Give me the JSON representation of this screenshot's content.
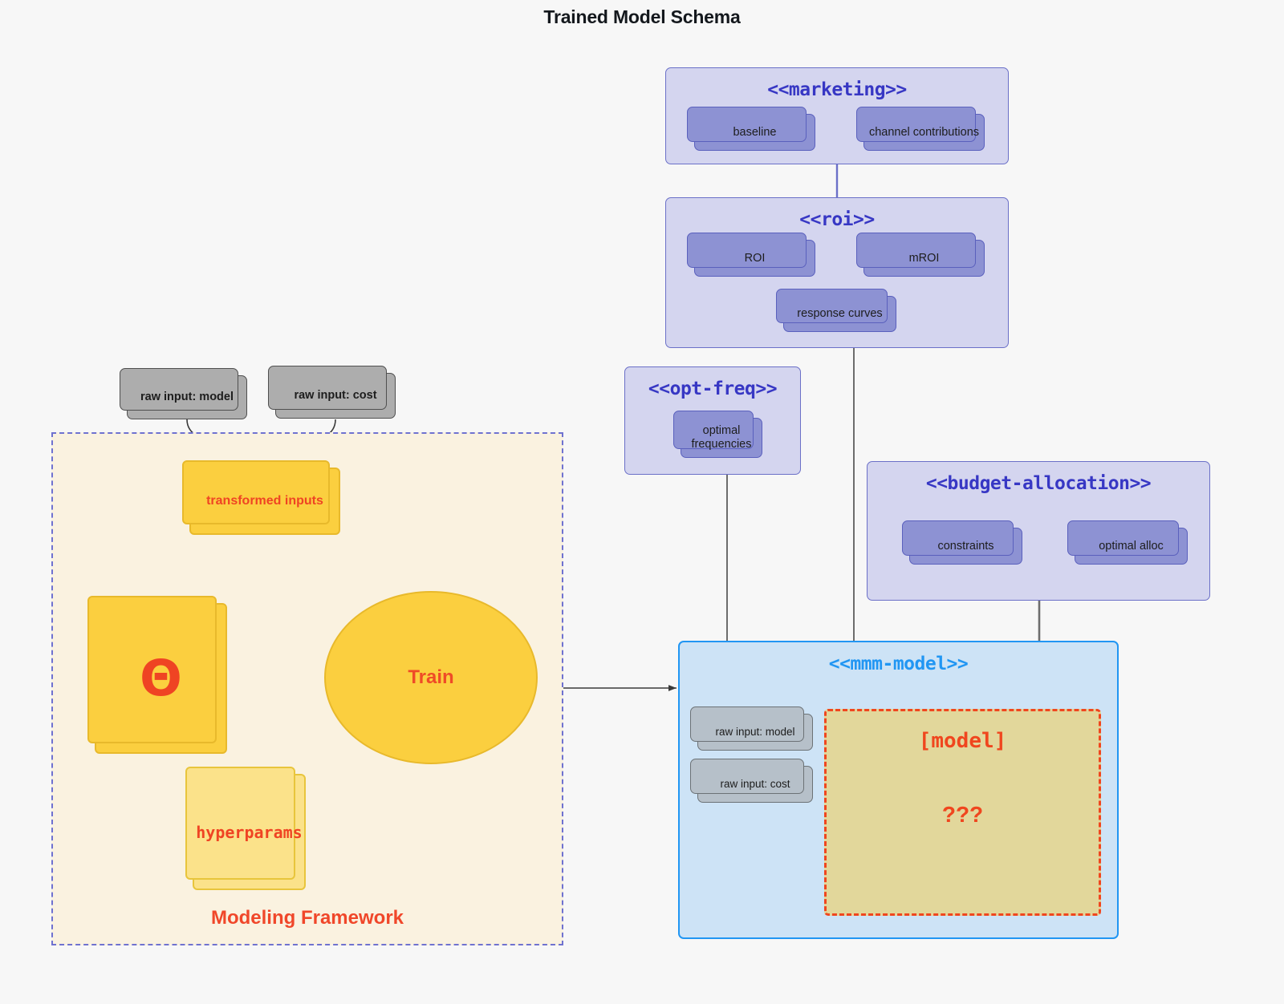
{
  "title": "Trained Model Schema",
  "packages": {
    "marketing": {
      "stereotype": "<<marketing>>",
      "nodes": [
        {
          "label": "baseline"
        },
        {
          "label": "channel contributions"
        }
      ]
    },
    "roi": {
      "stereotype": "<<roi>>",
      "nodes": [
        {
          "label": "ROI"
        },
        {
          "label": "mROI"
        },
        {
          "label": "response curves"
        }
      ]
    },
    "opt_freq": {
      "stereotype": "<<opt-freq>>",
      "nodes": [
        {
          "label": "optimal\nfrequencies"
        }
      ]
    },
    "budget_allocation": {
      "stereotype": "<<budget-allocation>>",
      "nodes": [
        {
          "label": "constraints"
        },
        {
          "label": "optimal alloc"
        }
      ]
    },
    "mmm_model": {
      "stereotype": "<<mmm-model>>",
      "nodes": [
        {
          "label": "raw input: model"
        },
        {
          "label": "raw input: cost"
        }
      ],
      "model_region": {
        "label": "[model]",
        "unknown": "???"
      }
    }
  },
  "framework": {
    "label": "Modeling Framework",
    "raw_inputs": [
      {
        "label": "raw input: model"
      },
      {
        "label": "raw input: cost"
      }
    ],
    "transformed_inputs": "transformed inputs",
    "theta": "Θ",
    "hyperparams": "hyperparams",
    "train": "Train"
  },
  "colors": {
    "page_bg": "#f7f7f7",
    "package_fill": "#d4d5ef",
    "package_stroke": "#6b70c8",
    "stereotype_text": "#3737c4",
    "node_fill": "#8d92d3",
    "node_stroke": "#5a60bd",
    "grey_node_fill": "#adadad",
    "grey_node_stroke": "#4f4f4f",
    "model_pkg_fill": "#cde3f6",
    "model_pkg_stroke": "#2196f3",
    "framework_fill": "#faf2e0",
    "framework_stroke": "#6f72d0",
    "yellow_fill": "#fbcf3f",
    "yellow_stroke": "#e8b92b",
    "yellow_light_fill": "#fbe28a",
    "accent_red": "#ef4423",
    "model_region_fill": "#e2d79b",
    "model_region_stroke": "#f0461e"
  }
}
